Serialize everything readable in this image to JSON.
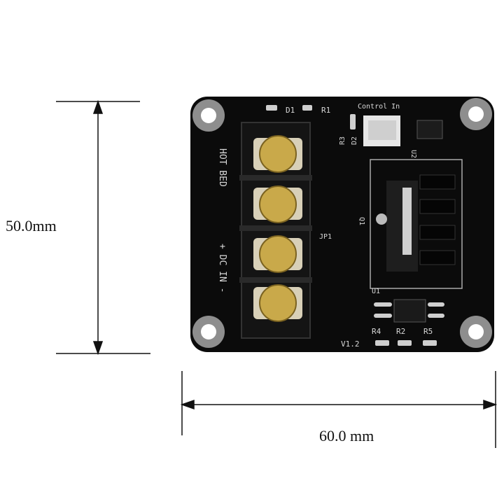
{
  "dimensions": {
    "height_label": "50.0mm",
    "width_label": "60.0 mm"
  },
  "board": {
    "silkscreen": {
      "d1": "D1",
      "r1": "R1",
      "control_in": "Control In",
      "r3": "R3",
      "d2": "D2",
      "u2": "U2",
      "hot_bed": "HOT BED",
      "dc_in": "+ DC IN -",
      "jp1": "JP1",
      "q1": "Q1",
      "u1": "U1",
      "r4": "R4",
      "r2": "R2",
      "r5": "R5",
      "version": "V1.2"
    }
  },
  "colors": {
    "pcb": "#0b0b0b",
    "terminal_screw": "#c9a94a",
    "mounting_hole": "#9a9a9a",
    "dimension_line": "#111111"
  }
}
